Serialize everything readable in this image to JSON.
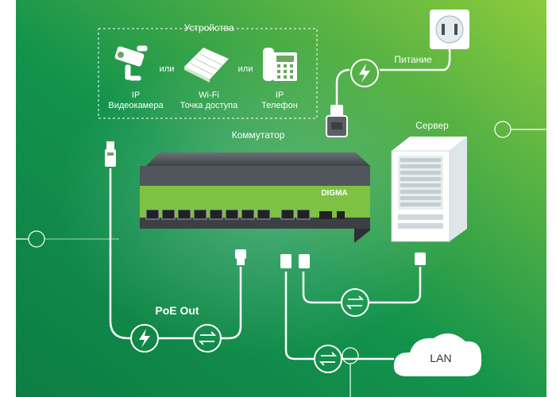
{
  "devices": {
    "title": "Устройства",
    "or_label": "или",
    "camera": {
      "line1": "IP",
      "line2": "Видеокамера"
    },
    "wifi": {
      "line1": "Wi-Fi",
      "line2": "Точка доступа"
    },
    "phone": {
      "line1": "IP",
      "line2": "Телефон"
    }
  },
  "power": {
    "label": "Питание"
  },
  "switch": {
    "label": "Коммутатор",
    "brand": "DIGMA"
  },
  "server": {
    "label": "Сервер"
  },
  "poe": {
    "label": "PoE Out"
  },
  "lan": {
    "label": "LAN"
  },
  "colors": {
    "bg_dark": "#0f8a4a",
    "bg_light": "#7cc63a",
    "line": "#ffffff",
    "switch_green": "#7dc242",
    "switch_body": "#4a4f55"
  },
  "icons": [
    "camera-icon",
    "wifi-ap-icon",
    "phone-icon",
    "power-outlet-icon",
    "lightning-icon",
    "transfer-arrows-icon",
    "server-icon",
    "cloud-icon",
    "rj45-plug-icon",
    "power-plug-icon"
  ]
}
